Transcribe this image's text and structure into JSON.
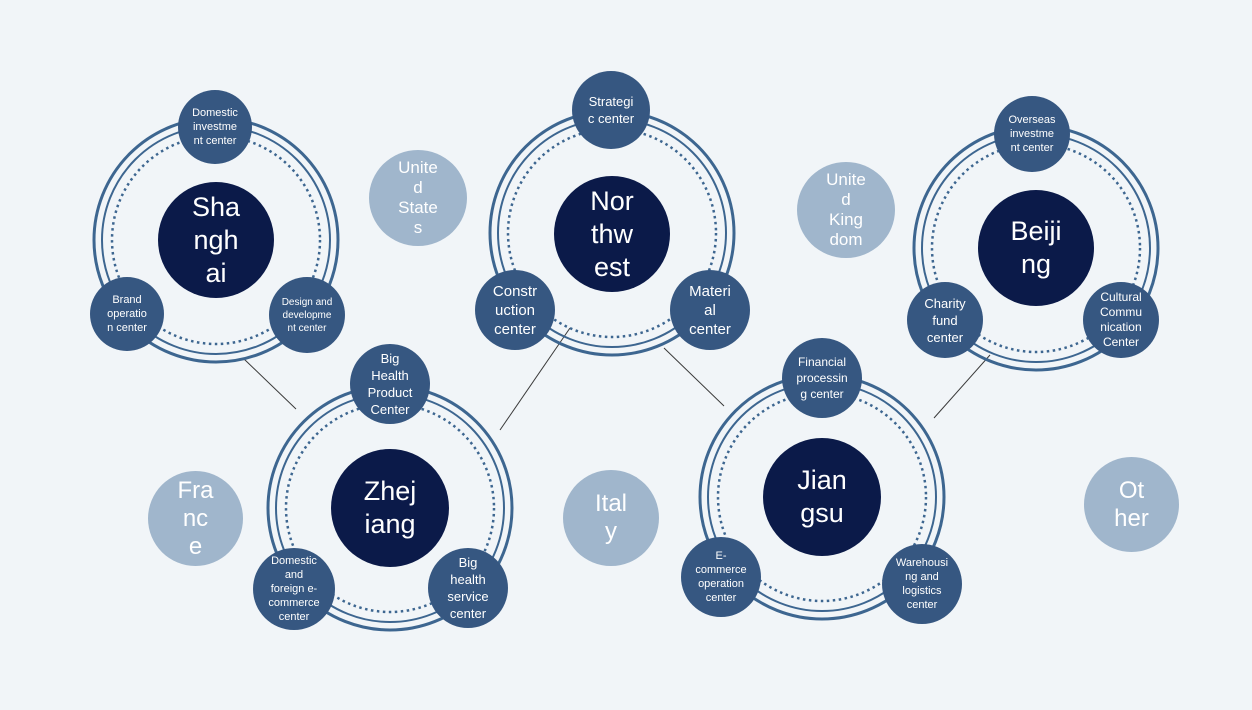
{
  "colors": {
    "background": "#f1f5f8",
    "hub": "#0b1a49",
    "satellite": "#365781",
    "ring": "#3d6690",
    "country": "#a0b6cc",
    "connector": "#3a3a3a"
  },
  "clusters": [
    {
      "id": "shanghai",
      "hub": "Sha\nngh\nai",
      "satellites": [
        {
          "label": "Domestic\ninvestme\nnt center"
        },
        {
          "label": "Brand\noperatio\nn center"
        },
        {
          "label": "Design and\ndevelopme\nnt center"
        }
      ]
    },
    {
      "id": "northwest",
      "hub": "Nor\nthw\nest",
      "satellites": [
        {
          "label": "Strategi\nc center"
        },
        {
          "label": "Constr\nuction\ncenter"
        },
        {
          "label": "Materi\nal\ncenter"
        }
      ]
    },
    {
      "id": "beijing",
      "hub": "Beiji\nng",
      "satellites": [
        {
          "label": "Overseas\ninvestme\nnt center"
        },
        {
          "label": "Charity\nfund\ncenter"
        },
        {
          "label": "Cultural\nCommu\nnication\nCenter"
        }
      ]
    },
    {
      "id": "zhejiang",
      "hub": "Zhej\niang",
      "satellites": [
        {
          "label": "Big\nHealth\nProduct\nCenter"
        },
        {
          "label": "Domestic\nand\nforeign e-\ncommerce\ncenter"
        },
        {
          "label": "Big\nhealth\nservice\ncenter"
        }
      ]
    },
    {
      "id": "jiangsu",
      "hub": "Jian\ngsu",
      "satellites": [
        {
          "label": "Financial\nprocessin\ng center"
        },
        {
          "label": "E-\ncommerce\noperation\ncenter"
        },
        {
          "label": "Warehousi\nng and\nlogistics\ncenter"
        }
      ]
    }
  ],
  "countries": [
    {
      "id": "united-states",
      "label": "Unite\nd\nState\ns"
    },
    {
      "id": "united-kingdom",
      "label": "Unite\nd\nKing\ndom"
    },
    {
      "id": "france",
      "label": "Fra\nnc\ne"
    },
    {
      "id": "italy",
      "label": "Ital\ny"
    },
    {
      "id": "other",
      "label": "Ot\nher"
    }
  ]
}
